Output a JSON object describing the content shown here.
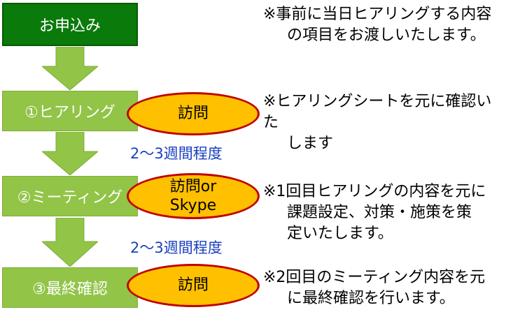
{
  "steps": {
    "apply": "お申込み",
    "hearing": "①ヒアリング",
    "meeting": "②ミーティング",
    "final": "③最終確認"
  },
  "ovals": {
    "hearing": "訪問",
    "meeting_line1": "訪問or",
    "meeting_line2": "Skype",
    "final": "訪問"
  },
  "durations": {
    "first": "2～3週間程度",
    "second": "2～3週間程度"
  },
  "notes": {
    "apply": [
      "※事前に当日ヒアリングする内容",
      "の項目をお渡しいたします。"
    ],
    "hearing": [
      "※ヒアリングシートを元に確認いた",
      "します"
    ],
    "meeting": [
      "※1回目ヒアリングの内容を元に",
      "課題設定、対策・施策を策",
      "定いたします。"
    ],
    "final": [
      "※2回目のミーティング内容を元",
      "に最終確認を行います。"
    ]
  },
  "colors": {
    "apply_box": "#0a7a0a",
    "step_box": "#92c447",
    "arrow": "#92c447",
    "oval_fill": "#ffc000",
    "oval_border": "#c00000",
    "duration_text": "#1a3fbf"
  }
}
